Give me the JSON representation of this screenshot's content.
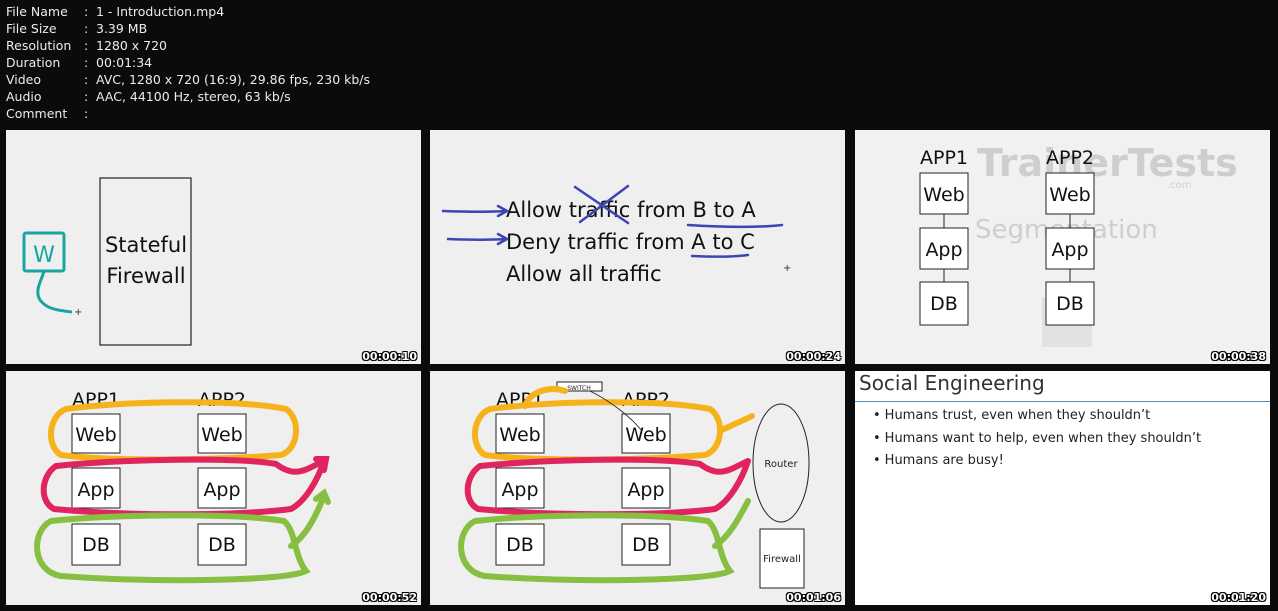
{
  "file_info": [
    {
      "key": "File Name",
      "value": "1 - Introduction.mp4"
    },
    {
      "key": "File Size",
      "value": "3.39 MB"
    },
    {
      "key": "Resolution",
      "value": "1280 x 720"
    },
    {
      "key": "Duration",
      "value": "00:01:34"
    },
    {
      "key": "Video",
      "value": "AVC, 1280 x 720 (16:9), 29.86 fps, 230 kb/s"
    },
    {
      "key": "Audio",
      "value": "AAC, 44100 Hz, stereo, 63 kb/s"
    },
    {
      "key": "Comment",
      "value": ""
    }
  ],
  "separator": ":",
  "thumbnails": [
    {
      "timestamp": "00:00:10",
      "box_line1": "Stateful",
      "box_line2": "Firewall",
      "icon_letter": "W"
    },
    {
      "timestamp": "00:00:24",
      "rules": [
        "Allow traffic from B to A",
        "Deny traffic from A to C",
        "Allow all traffic"
      ]
    },
    {
      "timestamp": "00:00:38",
      "app1": "APP1",
      "app2": "APP2",
      "tiers": [
        "Web",
        "App",
        "DB"
      ],
      "watermark_brand": "TrainerTests",
      "watermark_sub": ".com",
      "watermark_title": "Segmentation"
    },
    {
      "timestamp": "00:00:52",
      "app1": "APP1",
      "app2": "APP2",
      "tiers": [
        "Web",
        "App",
        "DB"
      ]
    },
    {
      "timestamp": "00:01:06",
      "app1": "APP1",
      "app2": "APP2",
      "tiers": [
        "Web",
        "App",
        "DB"
      ],
      "switch_label": "SWITCH",
      "router_label": "Router",
      "firewall_label": "Firewall"
    },
    {
      "timestamp": "00:01:20",
      "title": "Social Engineering",
      "bullets": [
        "Humans trust, even when they shouldn’t",
        "Humans want to help, even when they shouldn’t",
        "Humans are busy!"
      ]
    }
  ],
  "colors": {
    "yellow": "#f5b21b",
    "pink": "#e0245e",
    "green": "#86bf41",
    "blue": "#3b46b3",
    "teal": "#17a5a0"
  }
}
